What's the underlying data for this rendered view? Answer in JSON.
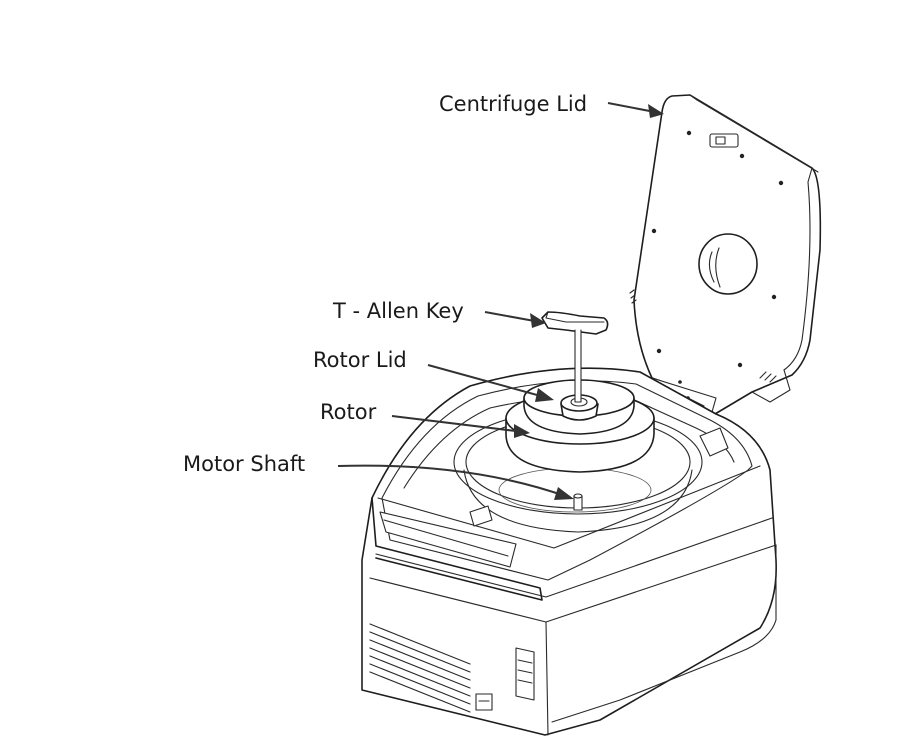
{
  "labels": {
    "centrifuge_lid": "Centrifuge Lid",
    "t_allen_key": "T - Allen Key",
    "rotor_lid": "Rotor Lid",
    "rotor": "Rotor",
    "motor_shaft": "Motor Shaft"
  }
}
